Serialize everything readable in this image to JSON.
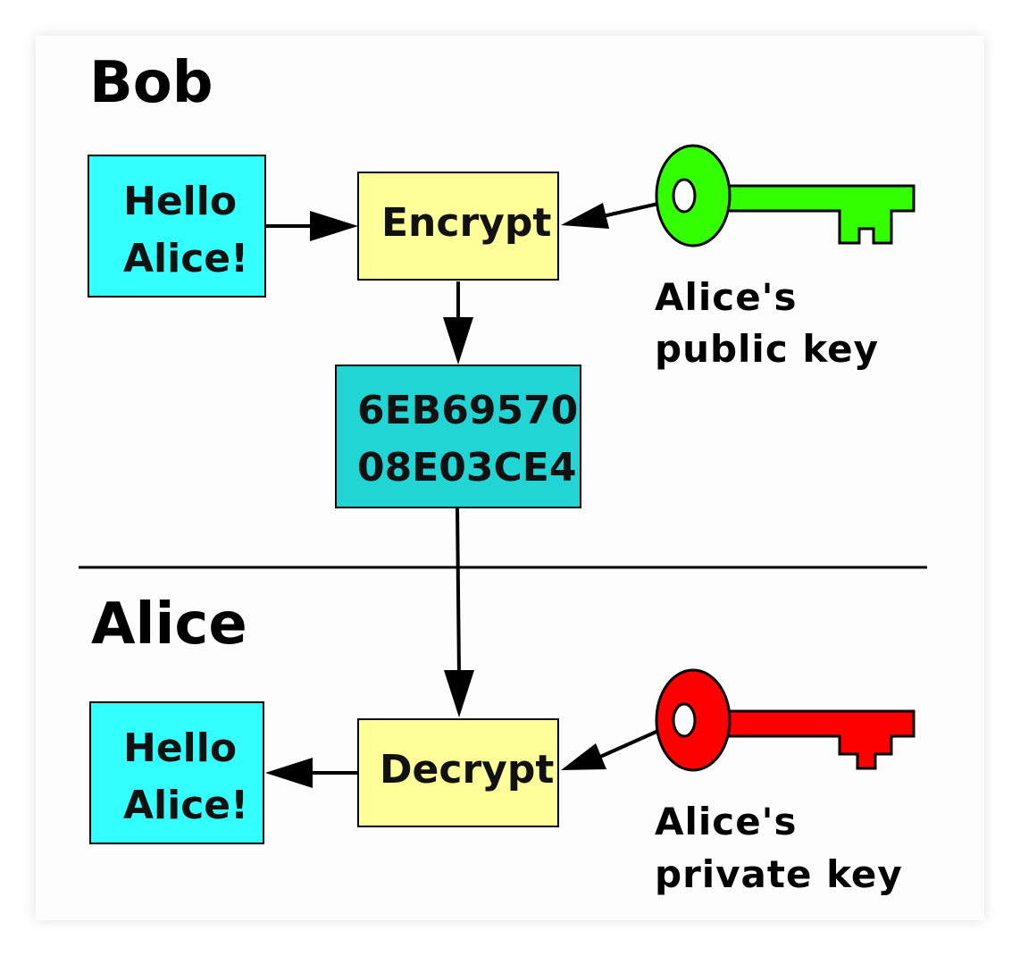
{
  "sections": {
    "sender": "Bob",
    "receiver": "Alice"
  },
  "plaintext_top": {
    "line1": "Hello",
    "line2": "Alice!"
  },
  "encrypt": {
    "label": "Encrypt"
  },
  "ciphertext": {
    "line1": "6EB69570",
    "line2": "08E03CE4"
  },
  "decrypt": {
    "label": "Decrypt"
  },
  "plaintext_bottom": {
    "line1": "Hello",
    "line2": "Alice!"
  },
  "public_key": {
    "line1": "Alice's",
    "line2": "public key",
    "color": "#33ff00"
  },
  "private_key": {
    "line1": "Alice's",
    "line2": "private key",
    "color": "#ff0000"
  },
  "colors": {
    "plaintext_fill": "#33ffff",
    "ciphertext_fill": "#22d5d5",
    "process_fill": "#ffff99"
  }
}
